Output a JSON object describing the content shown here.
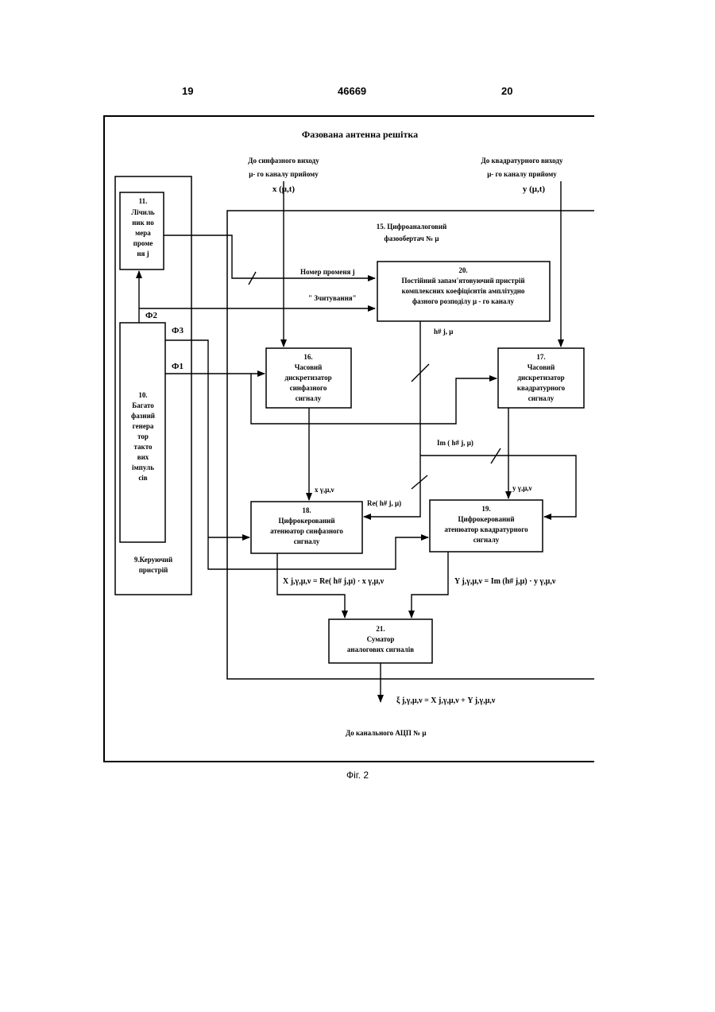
{
  "header": {
    "page_left": "19",
    "patent_number": "46669",
    "page_right": "20"
  },
  "diagram": {
    "title": "Фазована антенна решітка",
    "inputs": {
      "x_dest_line1": "До синфазного виходу",
      "x_dest_line2": "μ- го каналу прийому",
      "x_signal": "x (μ,t)",
      "y_dest_line1": "До квадратурного виходу",
      "y_dest_line2": "μ- го каналу прийому",
      "y_signal": "y (μ,t)"
    },
    "blocks": {
      "counter": [
        "11.",
        "Лічиль",
        "ник но",
        "мера",
        "проме",
        "ня j"
      ],
      "generator": [
        "10.",
        "Багато",
        "фазний",
        "генера",
        "тор",
        "такто",
        "вих",
        "імпуль",
        "сів"
      ],
      "control": [
        "9.Керуючий",
        "пристрій"
      ],
      "rotator": [
        "15.  Цифроаналоговий",
        "фазообертач № μ"
      ],
      "memory": [
        "20.",
        "Постійний  запам'ятовуючий пристрій",
        "комплексних коефіцієнтів амплітудно",
        "фазного розподілу μ - го каналу"
      ],
      "disc_inphase": [
        "16.",
        "Часовий",
        "дискретизатор",
        "синфазного",
        "сигналу"
      ],
      "disc_quad": [
        "17.",
        "Часовий",
        "дискретизатор",
        "квадратурного",
        "сигналу"
      ],
      "att_inphase": [
        "18.",
        "Цифрокерований",
        "атенюатор синфазного",
        "сигналу"
      ],
      "att_quad": [
        "19.",
        "Цифрокерований",
        "атенюатор квадратурного",
        "сигналу"
      ],
      "adder": [
        "21.",
        "Суматор",
        "аналогових сигналів"
      ]
    },
    "signals": {
      "beam_number": "Номер променя j",
      "read": "\" Зчитування\"",
      "phi1": "Ф1",
      "phi2": "Ф2",
      "phi3": "Ф3",
      "h_coef": "h# j, μ",
      "im_coef": "Im ( h# j, μ)",
      "re_coef": "Re( h# j, μ)",
      "x_sample": "x γ,μ,ν",
      "y_sample": "y γ,μ,ν",
      "x_eq": "X j,γ,μ,ν = Re( h# j,μ) · x γ,μ,ν",
      "y_eq": "Y j,γ,μ,ν = Im (h# j,μ) · y γ,μ,ν",
      "xi_eq": "ξ j,γ,μ,ν = X j,γ,μ,ν + Y j,γ,μ,ν",
      "adc": "До канального АЦП № μ"
    }
  },
  "caption": "Фіг. 2"
}
